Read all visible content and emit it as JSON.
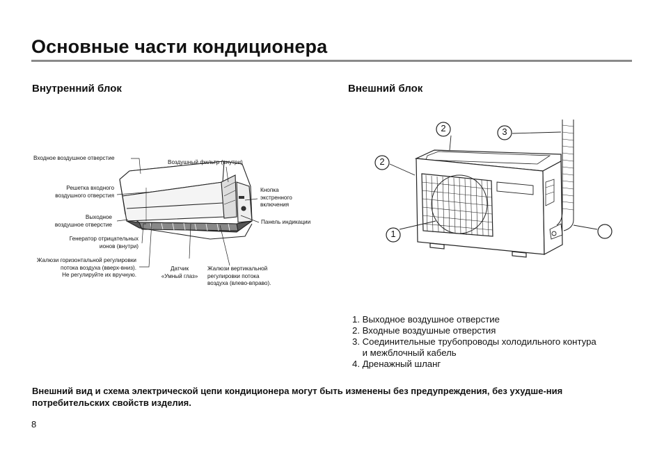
{
  "title": "Основные части кондиционера",
  "indoor": {
    "heading": "Внутренний блок",
    "labels": {
      "air_inlet": "Входное воздушное отверстие",
      "grille_1": "Решетка входного",
      "grille_2": "воздушного отверстия",
      "outlet_1": "Выходное",
      "outlet_2": "воздушное отверстие",
      "ion_1": "Генератор отрицательных",
      "ion_2": "ионов (внутри)",
      "hlouver_1": "Жалюзи горизонтальной регулировки",
      "hlouver_2": "потока воздуха (вверх-вниз).",
      "hlouver_3": "Не регулируйте их вручную.",
      "filter": "Воздушный фильтр (внутри)",
      "button_1": "Кнопка",
      "button_2": "экстренного",
      "button_3": "включения",
      "display": "Панель индикации",
      "sensor_1": "Датчик",
      "sensor_2": "«Умный глаз»",
      "vlouver_1": "Жалюзи вертикальной",
      "vlouver_2": "регулировки потока",
      "vlouver_3": "воздуха (влево-вправо)."
    }
  },
  "outdoor": {
    "heading": "Внешний блок",
    "callouts": [
      "2",
      "3",
      "2",
      "1"
    ],
    "parts": [
      "1. Выходное воздушное отверстие",
      "2. Входные воздушные отверстия",
      "3. Соединительные трубопроводы холодильного контура",
      "    и межблочный кабель",
      "4. Дренажный шланг"
    ]
  },
  "notice": "Внешний вид и схема электрической цепи кондиционера могут быть изменены без предупреждения, без ухудше-ния потребительских свойств изделия.",
  "page_number": "8"
}
